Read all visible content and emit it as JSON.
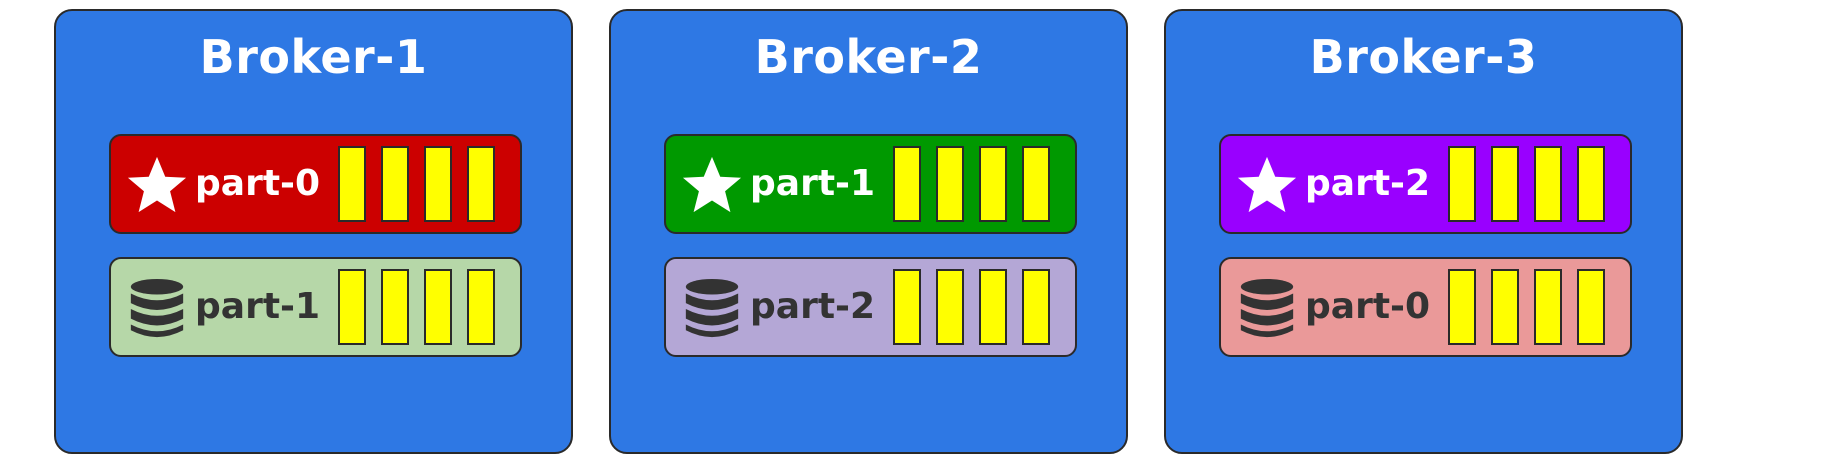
{
  "brokers": [
    {
      "title": "Broker-1",
      "color": "#2e78e4",
      "leader": {
        "label": "part-0",
        "icon": "star-icon",
        "color": "#cc0000"
      },
      "follower": {
        "label": "part-1",
        "icon": "database-icon",
        "color": "#b6d7a8"
      }
    },
    {
      "title": "Broker-2",
      "color": "#2e78e4",
      "leader": {
        "label": "part-1",
        "icon": "star-icon",
        "color": "#009900"
      },
      "follower": {
        "label": "part-2",
        "icon": "database-icon",
        "color": "#b4a7d6"
      }
    },
    {
      "title": "Broker-3",
      "color": "#2e78e4",
      "leader": {
        "label": "part-2",
        "icon": "star-icon",
        "color": "#9900ff"
      },
      "follower": {
        "label": "part-0",
        "icon": "database-icon",
        "color": "#ea9999"
      }
    }
  ],
  "segment_color": "#ffff00",
  "segments_per_partition": 4
}
